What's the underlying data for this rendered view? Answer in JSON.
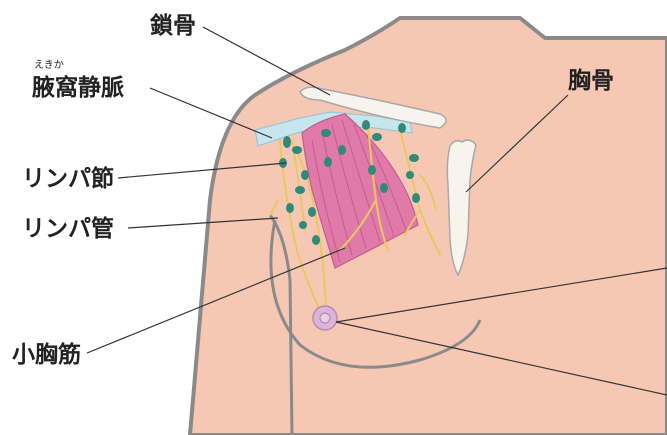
{
  "labels": {
    "clavicle": "鎖骨",
    "axillary_vein": "腋窩静脈",
    "axillary_vein_ruby": "えきか",
    "sternum": "胸骨",
    "lymph_node": "リンパ節",
    "lymph_vessel": "リンパ管",
    "pectoralis_minor": "小胸筋"
  },
  "colors": {
    "skin": "#f6c8b4",
    "outline": "#8a8a8a",
    "bone": "#f7f4ee",
    "vein": "#c6e6ee",
    "muscle": "#e07aa8",
    "lymph_vessel": "#e8c860",
    "lymph_node": "#2f8a78",
    "nipple": "#dcb4d8"
  }
}
